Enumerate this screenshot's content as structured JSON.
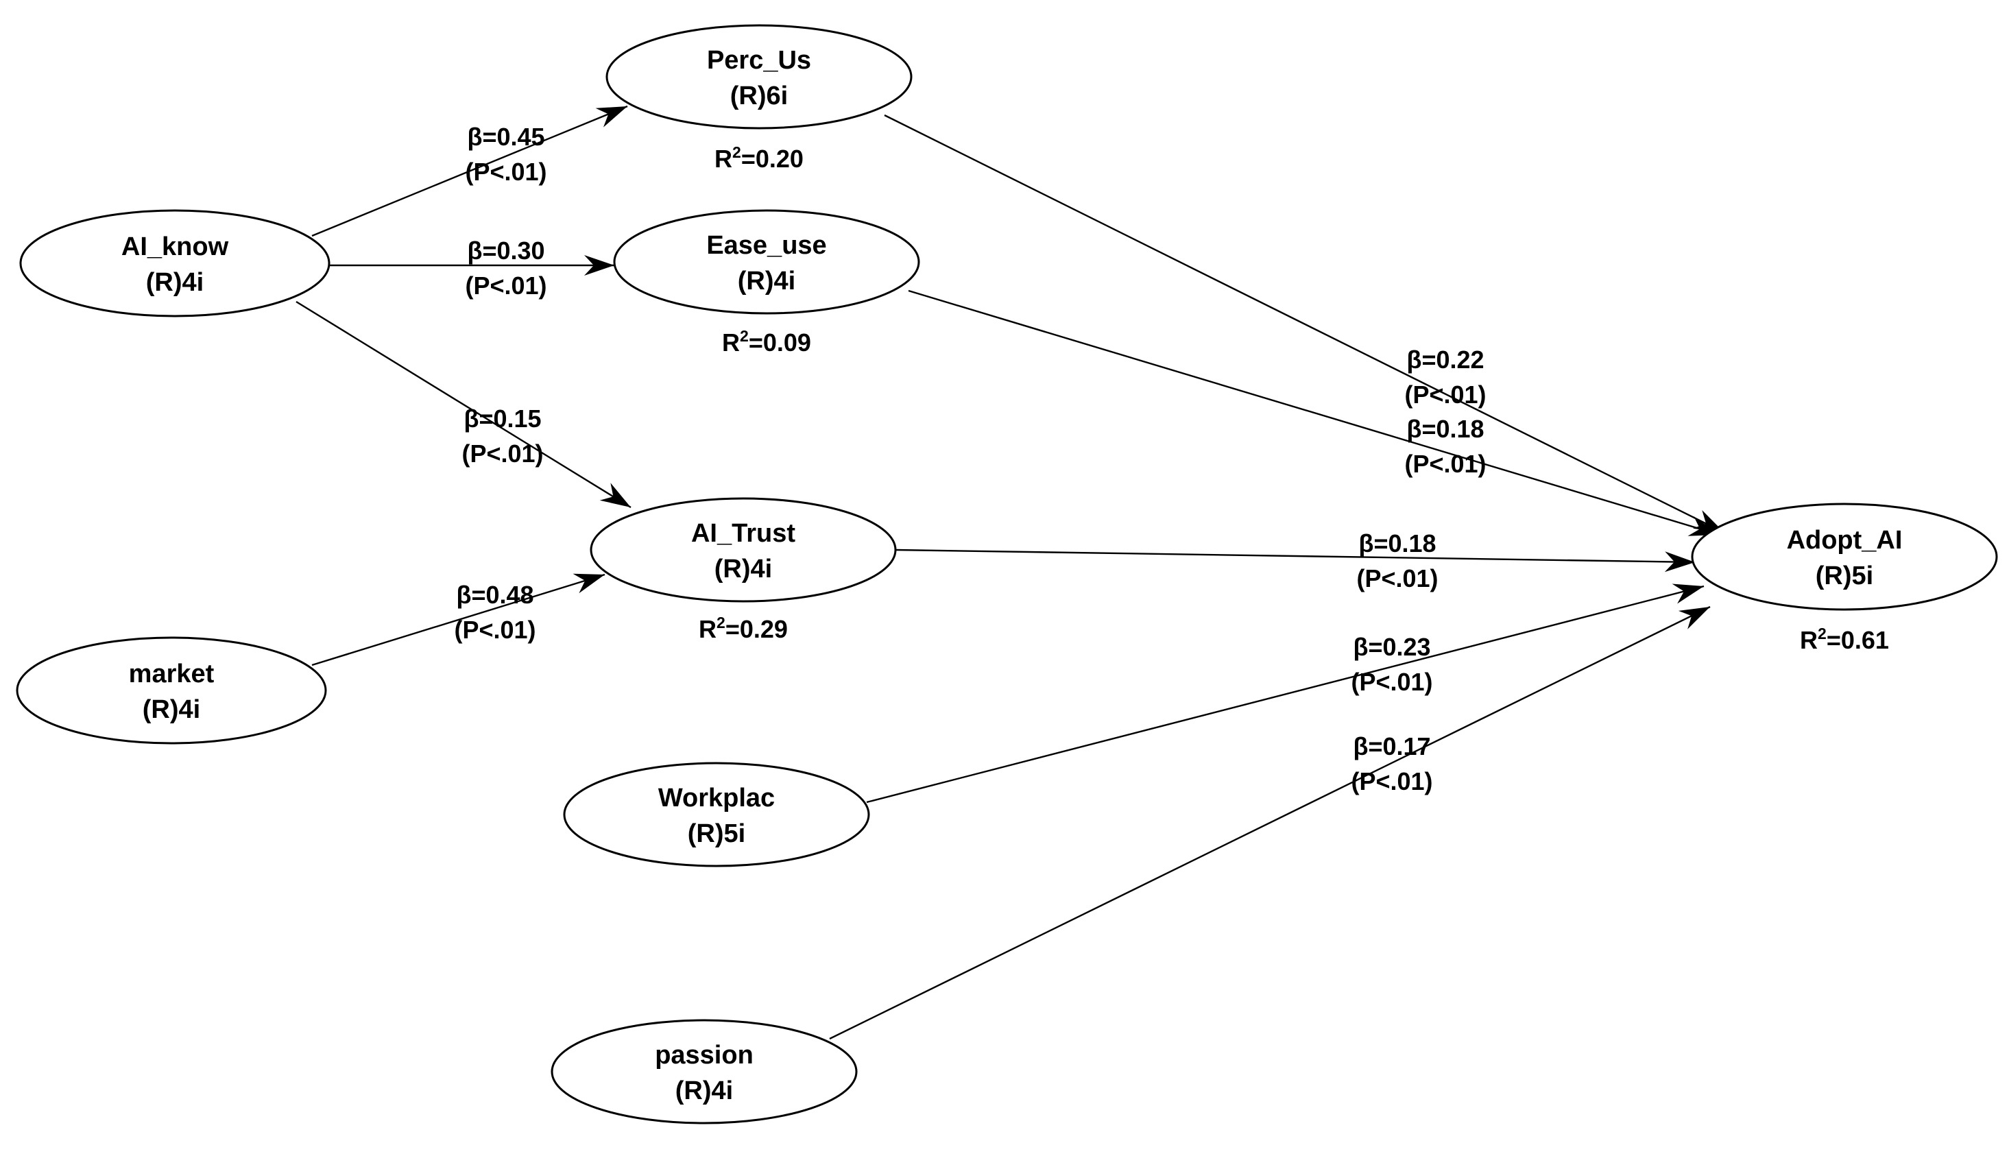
{
  "nodes": [
    {
      "id": "ai_know",
      "name": "AI_know",
      "indicators": "(R)4i"
    },
    {
      "id": "perc_us",
      "name": "Perc_Us",
      "indicators": "(R)6i",
      "r2": "=0.20"
    },
    {
      "id": "ease_use",
      "name": "Ease_use",
      "indicators": "(R)4i",
      "r2": "=0.09"
    },
    {
      "id": "ai_trust",
      "name": "AI_Trust",
      "indicators": "(R)4i",
      "r2": "=0.29"
    },
    {
      "id": "market",
      "name": "market",
      "indicators": "(R)4i"
    },
    {
      "id": "workplac",
      "name": "Workplac",
      "indicators": "(R)5i"
    },
    {
      "id": "passion",
      "name": "passion",
      "indicators": "(R)4i"
    },
    {
      "id": "adopt_ai",
      "name": "Adopt_AI",
      "indicators": "(R)5i",
      "r2": "=0.61"
    }
  ],
  "r2_symbol": "R",
  "r2_superscript": "2",
  "edges": [
    {
      "from": "ai_know",
      "to": "perc_us",
      "beta": "β=0.45",
      "p": "(P<.01)"
    },
    {
      "from": "ai_know",
      "to": "ease_use",
      "beta": "β=0.30",
      "p": "(P<.01)"
    },
    {
      "from": "ai_know",
      "to": "ai_trust",
      "beta": "β=0.15",
      "p": "(P<.01)"
    },
    {
      "from": "market",
      "to": "ai_trust",
      "beta": "β=0.48",
      "p": "(P<.01)"
    },
    {
      "from": "perc_us",
      "to": "adopt_ai",
      "beta": "β=0.22",
      "p": "(P<.01)"
    },
    {
      "from": "ease_use",
      "to": "adopt_ai",
      "beta": "β=0.18",
      "p": "(P<.01)"
    },
    {
      "from": "ai_trust",
      "to": "adopt_ai",
      "beta": "β=0.18",
      "p": "(P<.01)"
    },
    {
      "from": "workplac",
      "to": "adopt_ai",
      "beta": "β=0.23",
      "p": "(P<.01)"
    },
    {
      "from": "passion",
      "to": "adopt_ai",
      "beta": "β=0.17",
      "p": "(P<.01)"
    }
  ]
}
